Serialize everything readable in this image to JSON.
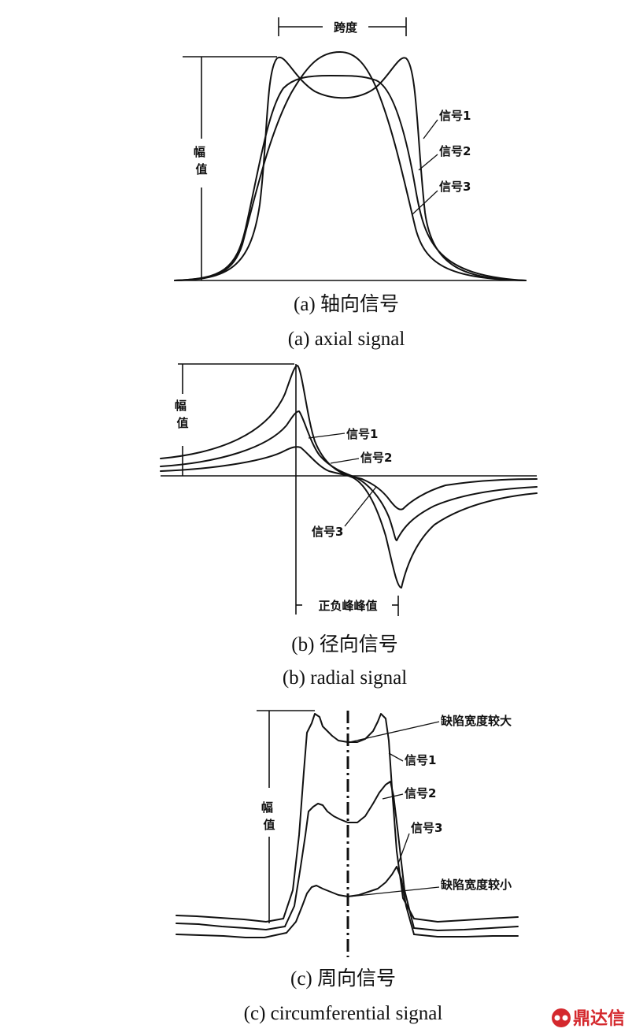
{
  "panel_a": {
    "span_label": "跨度",
    "amplitude_label": "幅\n值",
    "signal_labels": [
      "信号1",
      "信号2",
      "信号3"
    ],
    "caption_cn": "(a) 轴向信号",
    "caption_en": "(a) axial signal"
  },
  "panel_b": {
    "amplitude_label": "幅\n值",
    "signal_labels": [
      "信号1",
      "信号2",
      "信号3"
    ],
    "peak_label": "正负峰峰值",
    "caption_cn": "(b) 径向信号",
    "caption_en": "(b) radial signal"
  },
  "panel_c": {
    "amplitude_label": "幅\n值",
    "large_defect_label": "缺陷宽度较大",
    "small_defect_label": "缺陷宽度较小",
    "signal_labels": [
      "信号1",
      "信号2",
      "信号3"
    ],
    "caption_cn": "(c) 周向信号",
    "caption_en": "(c) circumferential signal"
  },
  "watermark": {
    "text": "鼎达信",
    "icon": "dingdaxin-logo-icon",
    "color": "#d4282d"
  }
}
